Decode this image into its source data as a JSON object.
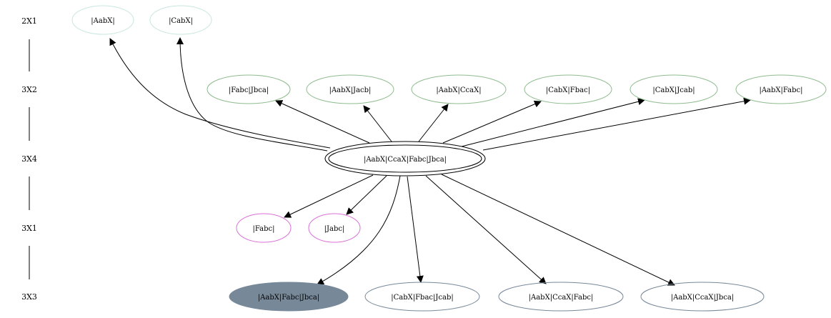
{
  "diagram": {
    "ranks": [
      {
        "id": "r2x1",
        "label": "2X1"
      },
      {
        "id": "r3x2",
        "label": "3X2"
      },
      {
        "id": "r3x4",
        "label": "3X4"
      },
      {
        "id": "r3x1",
        "label": "3X1"
      },
      {
        "id": "r3x3",
        "label": "3X3"
      }
    ],
    "colors": {
      "rank_2x1": "#c8e6e0",
      "rank_3x2": "#8fbc8f",
      "rank_3x1": "#da70d6",
      "rank_3x3": "#778899",
      "filled": "#778899",
      "center": "#000000"
    },
    "nodes": [
      {
        "id": "n_aabx",
        "label": "|AabX|",
        "rank": "2X1"
      },
      {
        "id": "n_cabx",
        "label": "|CabX|",
        "rank": "2X1"
      },
      {
        "id": "n_fabc_jbca",
        "label": "|Fabc|Jbca|",
        "rank": "3X2"
      },
      {
        "id": "n_aabx_jacb",
        "label": "|AabX|Jacb|",
        "rank": "3X2"
      },
      {
        "id": "n_aabx_ccax",
        "label": "|AabX|CcaX|",
        "rank": "3X2"
      },
      {
        "id": "n_cabx_fbac",
        "label": "|CabX|Fbac|",
        "rank": "3X2"
      },
      {
        "id": "n_cabx_jcab",
        "label": "|CabX|Jcab|",
        "rank": "3X2"
      },
      {
        "id": "n_aabx_fabc",
        "label": "|AabX|Fabc|",
        "rank": "3X2"
      },
      {
        "id": "n_center",
        "label": "|AabX|CcaX|Fabc|Jbca|",
        "rank": "3X4"
      },
      {
        "id": "n_fabc",
        "label": "|Fabc|",
        "rank": "3X1"
      },
      {
        "id": "n_jabc",
        "label": "|Jabc|",
        "rank": "3X1"
      },
      {
        "id": "n_aabx_fabc_jbca",
        "label": "|AabX|Fabc|Jbca|",
        "rank": "3X3"
      },
      {
        "id": "n_cabx_fbac_jcab",
        "label": "|CabX|Fbac|Jcab|",
        "rank": "3X3"
      },
      {
        "id": "n_aabx_ccax_fabc",
        "label": "|AabX|CcaX|Fabc|",
        "rank": "3X3"
      },
      {
        "id": "n_aabx_ccax_jbca",
        "label": "|AabX|CcaX|Jbca|",
        "rank": "3X3"
      }
    ],
    "edges": [
      {
        "from": "|AabX|CcaX|Fabc|Jbca|",
        "to": "|AabX|"
      },
      {
        "from": "|AabX|CcaX|Fabc|Jbca|",
        "to": "|CabX|"
      },
      {
        "from": "|AabX|CcaX|Fabc|Jbca|",
        "to": "|Fabc|Jbca|"
      },
      {
        "from": "|AabX|CcaX|Fabc|Jbca|",
        "to": "|AabX|Jacb|"
      },
      {
        "from": "|AabX|CcaX|Fabc|Jbca|",
        "to": "|AabX|CcaX|"
      },
      {
        "from": "|AabX|CcaX|Fabc|Jbca|",
        "to": "|CabX|Fbac|"
      },
      {
        "from": "|AabX|CcaX|Fabc|Jbca|",
        "to": "|CabX|Jcab|"
      },
      {
        "from": "|AabX|CcaX|Fabc|Jbca|",
        "to": "|AabX|Fabc|"
      },
      {
        "from": "|AabX|CcaX|Fabc|Jbca|",
        "to": "|Fabc|"
      },
      {
        "from": "|AabX|CcaX|Fabc|Jbca|",
        "to": "|Jabc|"
      },
      {
        "from": "|AabX|CcaX|Fabc|Jbca|",
        "to": "|AabX|Fabc|Jbca|"
      },
      {
        "from": "|AabX|CcaX|Fabc|Jbca|",
        "to": "|CabX|Fbac|Jcab|"
      },
      {
        "from": "|AabX|CcaX|Fabc|Jbca|",
        "to": "|AabX|CcaX|Fabc|"
      },
      {
        "from": "|AabX|CcaX|Fabc|Jbca|",
        "to": "|AabX|CcaX|Jbca|"
      }
    ]
  }
}
